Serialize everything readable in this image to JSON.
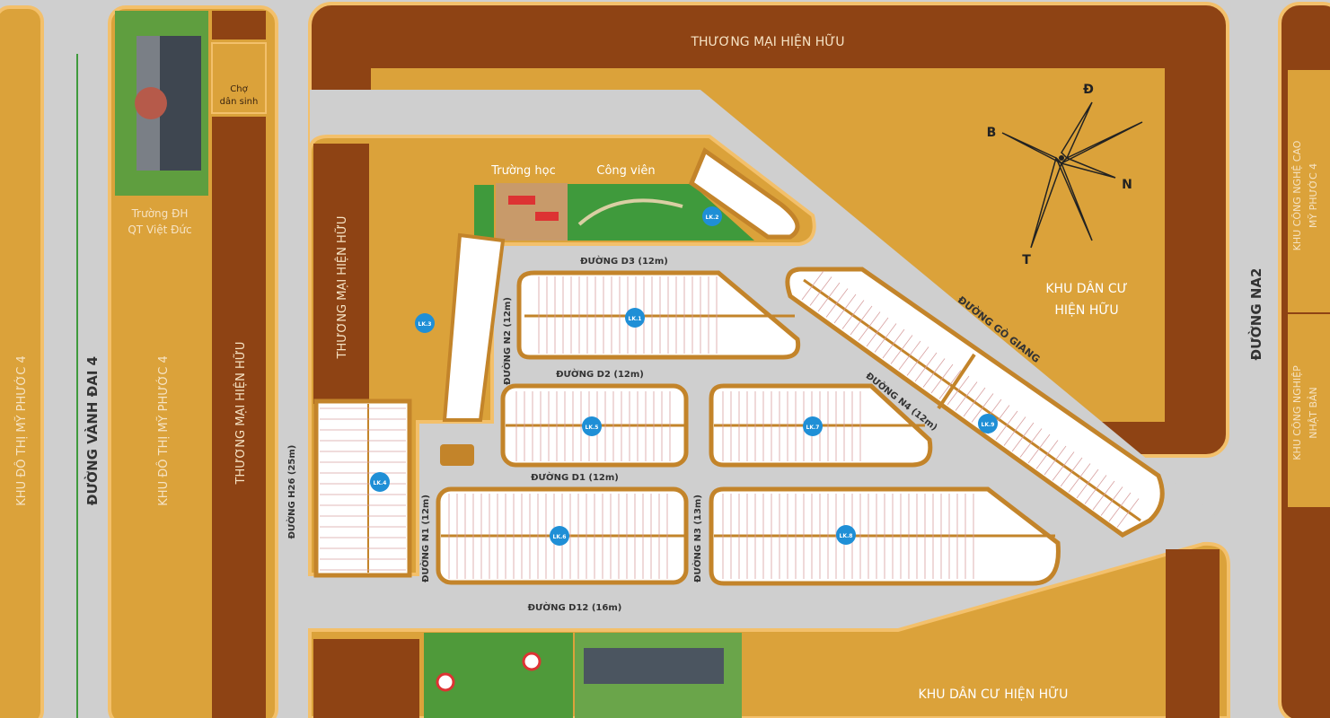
{
  "colors": {
    "road": "#cfcfcf",
    "zone_light": "#dba23a",
    "zone_dark": "#8e4314",
    "border": "#f3c06b",
    "block_edge": "#c3842a",
    "lot_fill": "#ffffff",
    "lot_line": "#d8a0a0",
    "park": "#3f9a3c",
    "marker": "#1f8fd6"
  },
  "labels": {
    "thuong_mai_top": "THƯƠNG MẠI HIỆN HỮU",
    "cho_dan_sinh_1": "Chợ",
    "cho_dan_sinh_2": "dân sinh",
    "truong_dh_1": "Trường ĐH",
    "truong_dh_2": "QT Việt Đức",
    "truong_hoc": "Trường học",
    "cong_vien": "Công viên",
    "thuong_mai_mid": "THƯƠNG MẠI HIỆN HỮU",
    "thuong_mai_left": "THƯƠNG MẠI HIỆN HỮU",
    "khu_do_thi_left": "KHU ĐÔ THỊ MỸ PHƯỚC 4",
    "khu_do_thi_mid": "KHU ĐÔ THỊ MỸ PHƯỚC 4",
    "duong_vanh_dai": "ĐƯỜNG VÀNH ĐAI 4",
    "duong_d3": "ĐƯỜNG D3 (12m)",
    "duong_d2": "ĐƯỜNG D2 (12m)",
    "duong_d1": "ĐƯỜNG D1 (12m)",
    "duong_d12": "ĐƯỜNG D12 (16m)",
    "duong_n2": "ĐƯỜNG N2 (12m)",
    "duong_n1": "ĐƯỜNG N1 (12m)",
    "duong_n3": "ĐƯỜNG N3 (13m)",
    "duong_n4": "ĐƯỜNG N4 (12m)",
    "duong_h26": "ĐƯỜNG H26 (25m)",
    "duong_go_giang": "ĐƯỜNG GÒ GIANG",
    "duong_na2": "ĐƯỜNG NA2",
    "khu_dan_cu_1": "KHU DÂN CƯ",
    "khu_dan_cu_2": "HIỆN HỮU",
    "khu_dan_cu_bottom": "KHU DÂN CƯ HIỆN HỮU",
    "kcn_cao_1": "KHU CÔNG NGHỆ CAO",
    "kcn_cao_2": "MỸ PHƯỚC 4",
    "kcn_nb_1": "KHU CÔNG NGHIỆP",
    "kcn_nb_2": "NHẬT BẢN",
    "compass_d": "Đ",
    "compass_b": "B",
    "compass_n": "N",
    "compass_t": "T"
  },
  "block_markers": [
    "LK.1",
    "LK.2",
    "LK.3",
    "LK.4",
    "LK.5",
    "LK.6",
    "LK.7",
    "LK.8",
    "LK.9"
  ]
}
